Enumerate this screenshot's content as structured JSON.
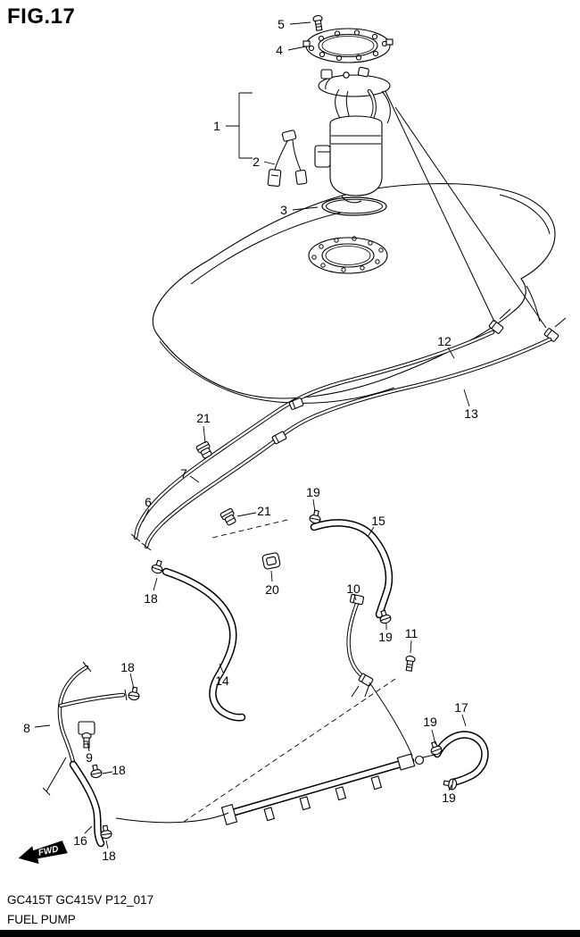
{
  "figure": {
    "title": "FIG.17",
    "model_code": "GC415T GC415V P12_017",
    "caption": "FUEL PUMP",
    "fwd_label": "FWD"
  },
  "callouts": [
    {
      "label": "5"
    },
    {
      "label": "4"
    },
    {
      "label": "1"
    },
    {
      "label": "2"
    },
    {
      "label": "3"
    },
    {
      "label": "12"
    },
    {
      "label": "13"
    },
    {
      "label": "21"
    },
    {
      "label": "7"
    },
    {
      "label": "6"
    },
    {
      "label": "21"
    },
    {
      "label": "19"
    },
    {
      "label": "15"
    },
    {
      "label": "18"
    },
    {
      "label": "20"
    },
    {
      "label": "10"
    },
    {
      "label": "19"
    },
    {
      "label": "11"
    },
    {
      "label": "14"
    },
    {
      "label": "18"
    },
    {
      "label": "8"
    },
    {
      "label": "9"
    },
    {
      "label": "18"
    },
    {
      "label": "17"
    },
    {
      "label": "19"
    },
    {
      "label": "19"
    },
    {
      "label": "16"
    },
    {
      "label": "18"
    }
  ]
}
